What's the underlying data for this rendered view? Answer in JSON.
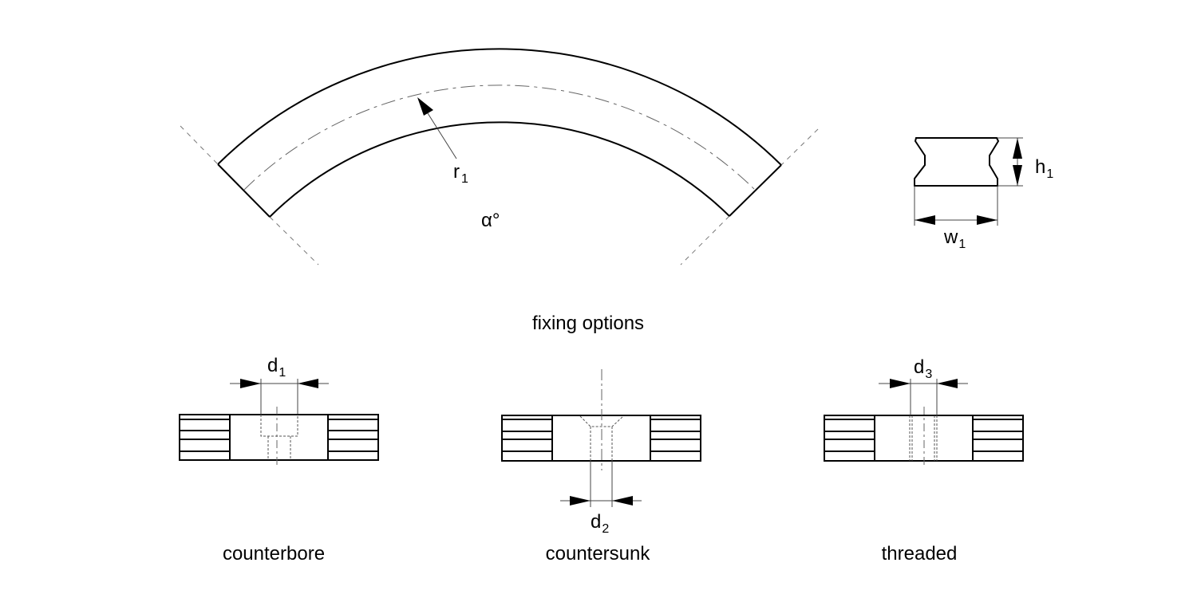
{
  "diagram": {
    "type": "technical-drawing",
    "arc_part": {
      "radius_label": "r",
      "radius_subscript": "1",
      "angle_label": "α°"
    },
    "profile": {
      "height_label": "h",
      "height_subscript": "1",
      "width_label": "w",
      "width_subscript": "1"
    },
    "section_title": "fixing options",
    "fixing_options": [
      {
        "name": "counterbore",
        "dim_label": "d",
        "dim_subscript": "1"
      },
      {
        "name": "countersunk",
        "dim_label": "d",
        "dim_subscript": "2"
      },
      {
        "name": "threaded",
        "dim_label": "d",
        "dim_subscript": "3"
      }
    ]
  }
}
